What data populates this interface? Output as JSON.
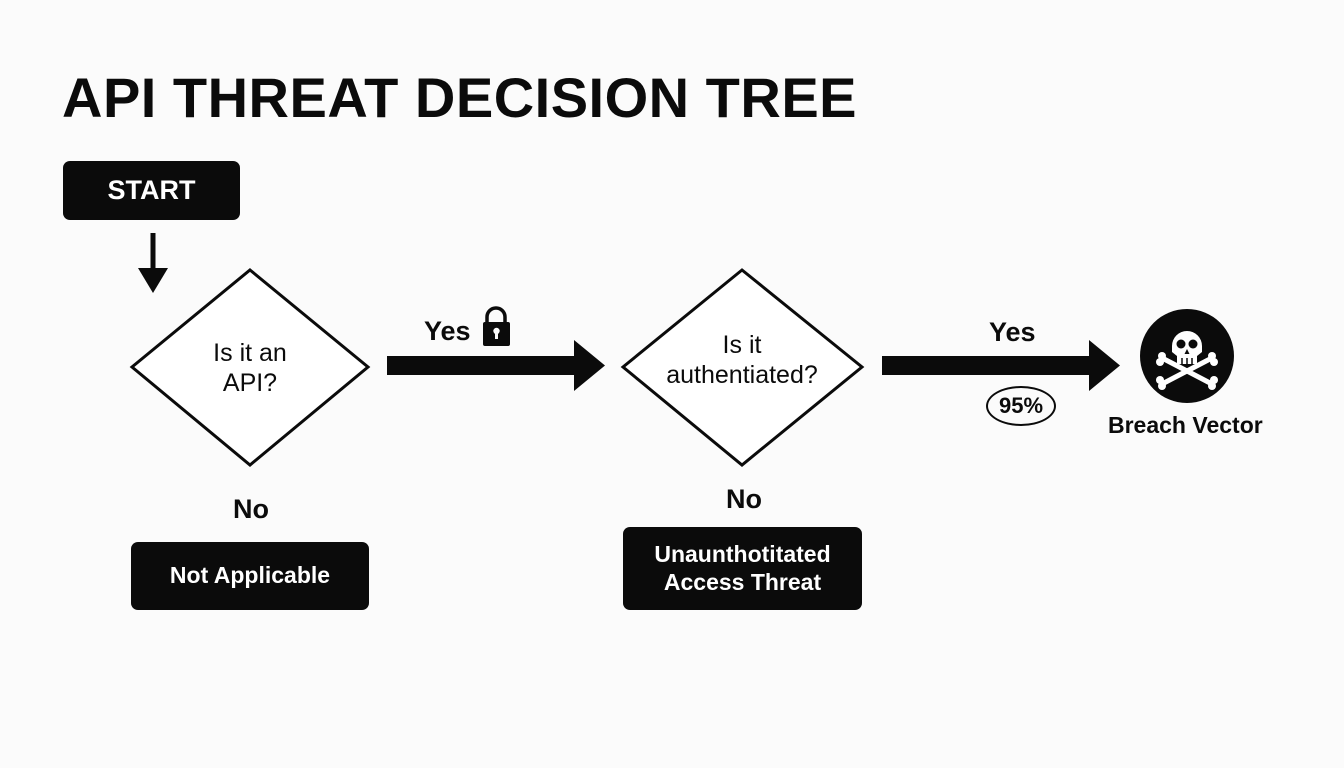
{
  "title": "API THREAT DECISION TREE",
  "start": {
    "label": "START"
  },
  "decision_api": {
    "line1": "Is it an",
    "line2": "API?",
    "yes_label": "Yes",
    "no_label": "No"
  },
  "decision_auth": {
    "line1": "Is it",
    "line2": "authentiated?",
    "yes_label": "Yes",
    "no_label": "No"
  },
  "outcomes": {
    "not_applicable": "Not Applicable",
    "unauth_line1": "Unaunthotitated",
    "unauth_line2": "Access Threat",
    "breach": "Breach Vector"
  },
  "probability": "95%",
  "icons": {
    "lock": "padlock-icon",
    "skull": "skull-crossbones-icon"
  },
  "colors": {
    "ink": "#0b0b0b",
    "background": "#fbfbfb"
  }
}
